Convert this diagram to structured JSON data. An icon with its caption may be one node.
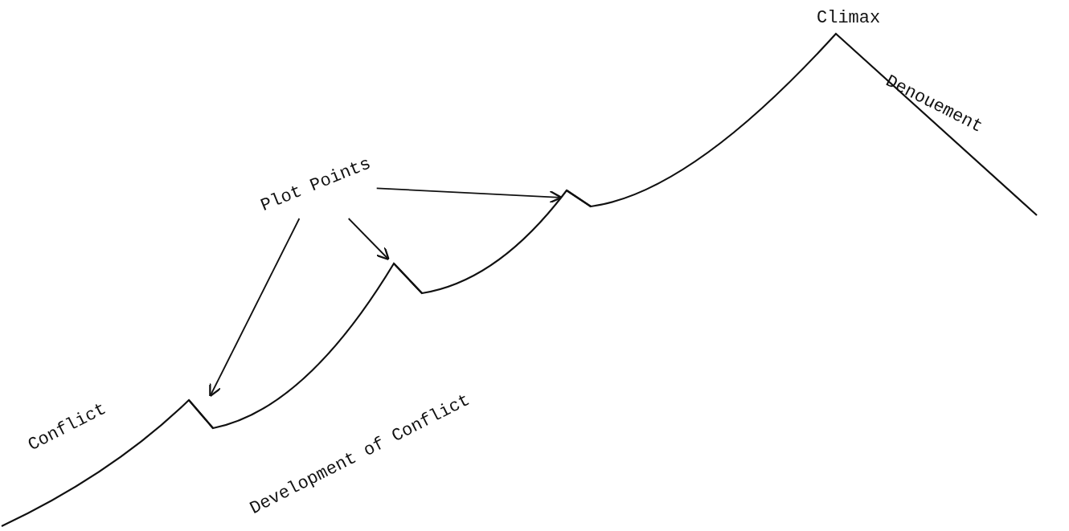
{
  "diagram": {
    "nodes": [
      {
        "text": [
          "Plot Points"
        ]
      },
      {
        "text": [],
        "shape": "peak"
      },
      {
        "text": [],
        "shape": "peak"
      },
      {
        "text": [],
        "shape": "peak"
      }
    ],
    "edges": [
      {
        "from": 0,
        "to": 1,
        "arrow": "to"
      },
      {
        "from": 0,
        "to": 2,
        "arrow": "to"
      },
      {
        "from": 0,
        "to": 3,
        "arrow": "to"
      }
    ],
    "labels": [
      "Climax",
      "Denouement",
      "Conflict",
      "Development of Conflict"
    ]
  }
}
